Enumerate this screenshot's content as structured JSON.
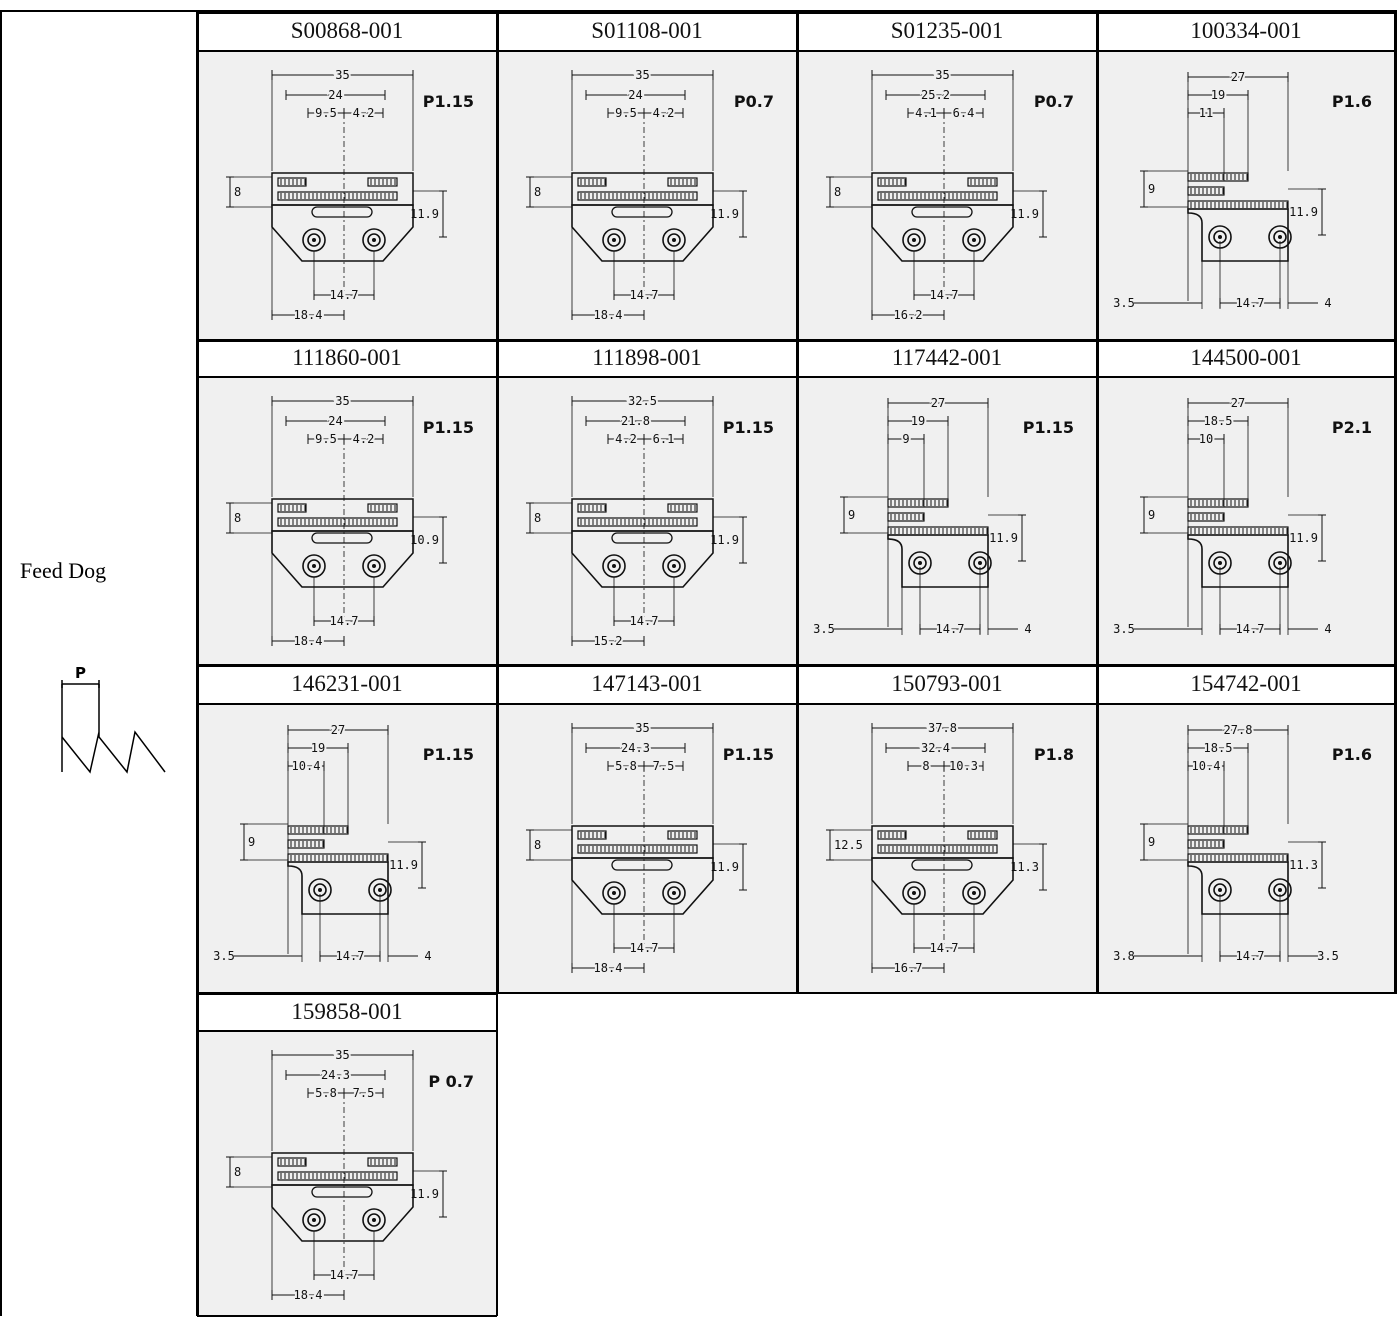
{
  "section": {
    "label": "Feed Dog"
  },
  "legend": {
    "pitch_symbol": "P"
  },
  "parts": [
    {
      "number": "S00868-001",
      "pitch": "P1.15",
      "style": "wide-two-slot",
      "dims": {
        "w1": "35",
        "w2": "24",
        "w3": "9.5",
        "w4": "4.2",
        "h1": "8",
        "h2": "11.9",
        "b1": "14.7",
        "b2": "18.4"
      }
    },
    {
      "number": "S01108-001",
      "pitch": "P0.7",
      "style": "wide-two-slot",
      "dims": {
        "w1": "35",
        "w2": "24",
        "w3": "9.5",
        "w4": "4.2",
        "h1": "8",
        "h2": "11.9",
        "b1": "14.7",
        "b2": "18.4"
      }
    },
    {
      "number": "S01235-001",
      "pitch": "P0.7",
      "style": "wide-two-slot",
      "dims": {
        "w1": "35",
        "w2": "25.2",
        "w3": "4.1",
        "w4": "6.4",
        "h1": "8",
        "h2": "11.9",
        "b1": "14.7",
        "b2": "16.2"
      }
    },
    {
      "number": "100334-001",
      "pitch": "P1.6",
      "style": "l-shaped",
      "dims": {
        "w1": "27",
        "w2": "19",
        "w3": "11",
        "h1": "9",
        "h2": "11.9",
        "b1": "3.5",
        "b2": "14.7",
        "b3": "4"
      }
    },
    {
      "number": "111860-001",
      "pitch": "P1.15",
      "style": "wide-two-slot",
      "dims": {
        "w1": "35",
        "w2": "24",
        "w3": "9.5",
        "w4": "4.2",
        "h1": "8",
        "h2": "10.9",
        "b1": "14.7",
        "b2": "18.4"
      }
    },
    {
      "number": "111898-001",
      "pitch": "P1.15",
      "style": "wide-two-slot",
      "dims": {
        "w1": "32.5",
        "w2": "21.8",
        "w3": "4.2",
        "w4": "6.1",
        "h1": "8",
        "h2": "11.9",
        "b1": "14.7",
        "b2": "15.2"
      }
    },
    {
      "number": "117442-001",
      "pitch": "P1.15",
      "style": "l-shaped",
      "dims": {
        "w1": "27",
        "w2": "19",
        "w3": "9",
        "h1": "9",
        "h2": "11.9",
        "b1": "3.5",
        "b2": "14.7",
        "b3": "4"
      }
    },
    {
      "number": "144500-001",
      "pitch": "P2.1",
      "style": "l-shaped",
      "dims": {
        "w1": "27",
        "w2": "18.5",
        "w3": "10",
        "h1": "9",
        "h2": "11.9",
        "b1": "3.5",
        "b2": "14.7",
        "b3": "4"
      }
    },
    {
      "number": "146231-001",
      "pitch": "P1.15",
      "style": "l-shaped",
      "dims": {
        "w1": "27",
        "w2": "19",
        "w3": "10.4",
        "h1": "9",
        "h2": "11.9",
        "b1": "3.5",
        "b2": "14.7",
        "b3": "4"
      }
    },
    {
      "number": "147143-001",
      "pitch": "P1.15",
      "style": "wide-two-slot",
      "dims": {
        "w1": "35",
        "w2": "24.3",
        "w3": "5.8",
        "w4": "7.5",
        "h1": "8",
        "h2": "11.9",
        "b1": "14.7",
        "b2": "18.4"
      }
    },
    {
      "number": "150793-001",
      "pitch": "P1.8",
      "style": "wide-two-slot",
      "dims": {
        "w1": "37.8",
        "w2": "32.4",
        "w3": "8",
        "w4": "10.3",
        "h1": "12.5",
        "h2": "11.3",
        "b1": "14.7",
        "b2": "16.7"
      }
    },
    {
      "number": "154742-001",
      "pitch": "P1.6",
      "style": "l-shaped",
      "dims": {
        "w1": "27.8",
        "w2": "18.5",
        "w3": "10.4",
        "h1": "9",
        "h2": "11.3",
        "b1": "3.8",
        "b2": "14.7",
        "b3": "3.5"
      }
    },
    {
      "number": "159858-001",
      "pitch": "P 0.7",
      "style": "wide-two-slot",
      "dims": {
        "w1": "35",
        "w2": "24.3",
        "w3": "5.8",
        "w4": "7.5",
        "h1": "8",
        "h2": "11.9",
        "b1": "14.7",
        "b2": "18.4"
      }
    }
  ]
}
